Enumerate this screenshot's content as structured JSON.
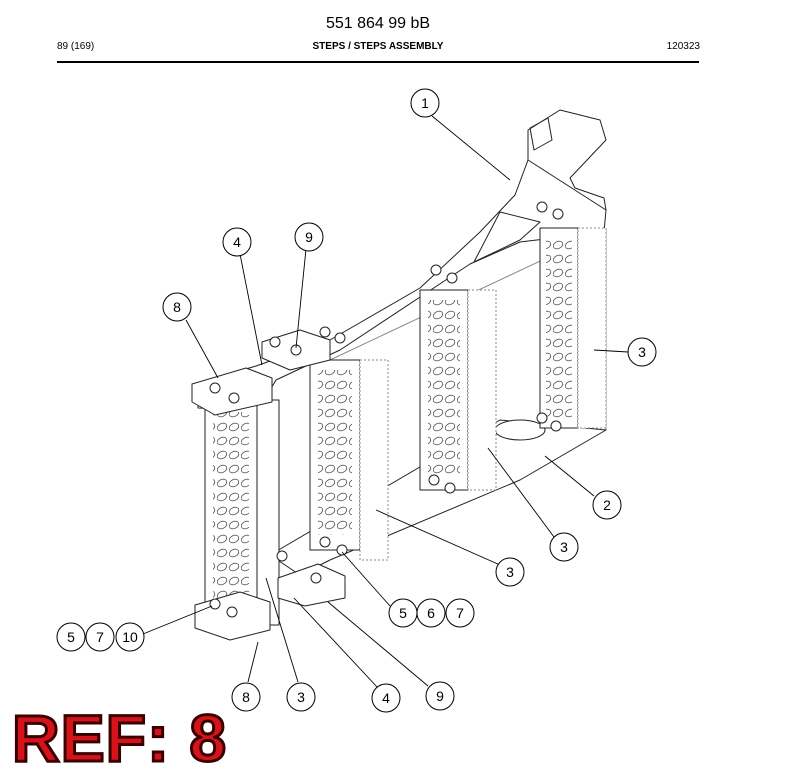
{
  "header": {
    "doc_number": "551 864 99 bB",
    "page": "89 (169)",
    "section": "STEPS / STEPS ASSEMBLY",
    "date_code": "120323"
  },
  "callouts": [
    {
      "label": "1"
    },
    {
      "label": "4"
    },
    {
      "label": "9"
    },
    {
      "label": "8"
    },
    {
      "label": "3"
    },
    {
      "label": "2"
    },
    {
      "label": "3"
    },
    {
      "label": "3"
    },
    {
      "label": "5"
    },
    {
      "label": "6"
    },
    {
      "label": "7"
    },
    {
      "label": "5"
    },
    {
      "label": "7"
    },
    {
      "label": "10"
    },
    {
      "label": "8"
    },
    {
      "label": "3"
    },
    {
      "label": "4"
    },
    {
      "label": "9"
    }
  ],
  "ref": {
    "text": "REF: 8",
    "color": "#d4141a"
  }
}
